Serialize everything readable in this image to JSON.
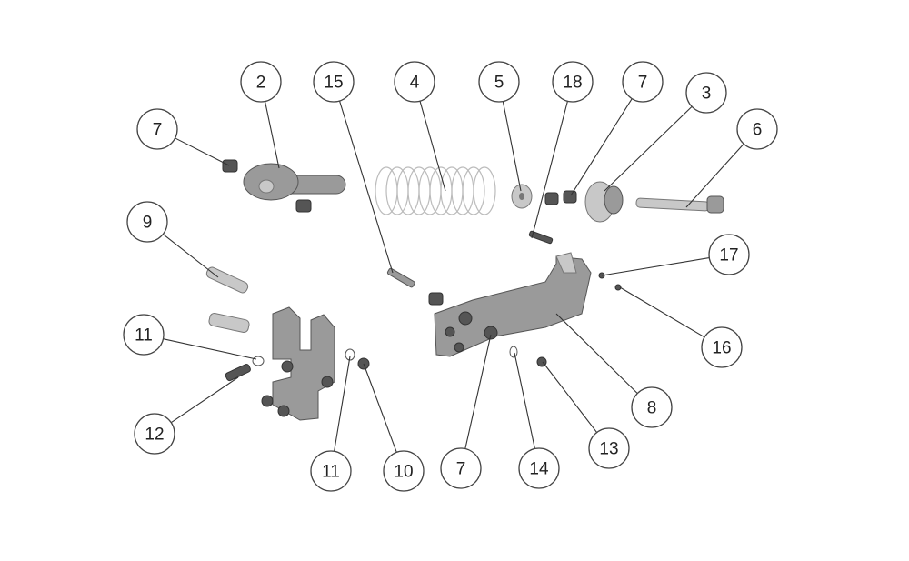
{
  "diagram": {
    "type": "exploded-assembly-view",
    "callouts": [
      {
        "label": "2"
      },
      {
        "label": "15"
      },
      {
        "label": "4"
      },
      {
        "label": "5"
      },
      {
        "label": "18"
      },
      {
        "label": "7"
      },
      {
        "label": "3"
      },
      {
        "label": "6"
      },
      {
        "label": "7"
      },
      {
        "label": "9"
      },
      {
        "label": "17"
      },
      {
        "label": "16"
      },
      {
        "label": "11"
      },
      {
        "label": "8"
      },
      {
        "label": "12"
      },
      {
        "label": "13"
      },
      {
        "label": "11"
      },
      {
        "label": "10"
      },
      {
        "label": "7"
      },
      {
        "label": "14"
      }
    ]
  }
}
